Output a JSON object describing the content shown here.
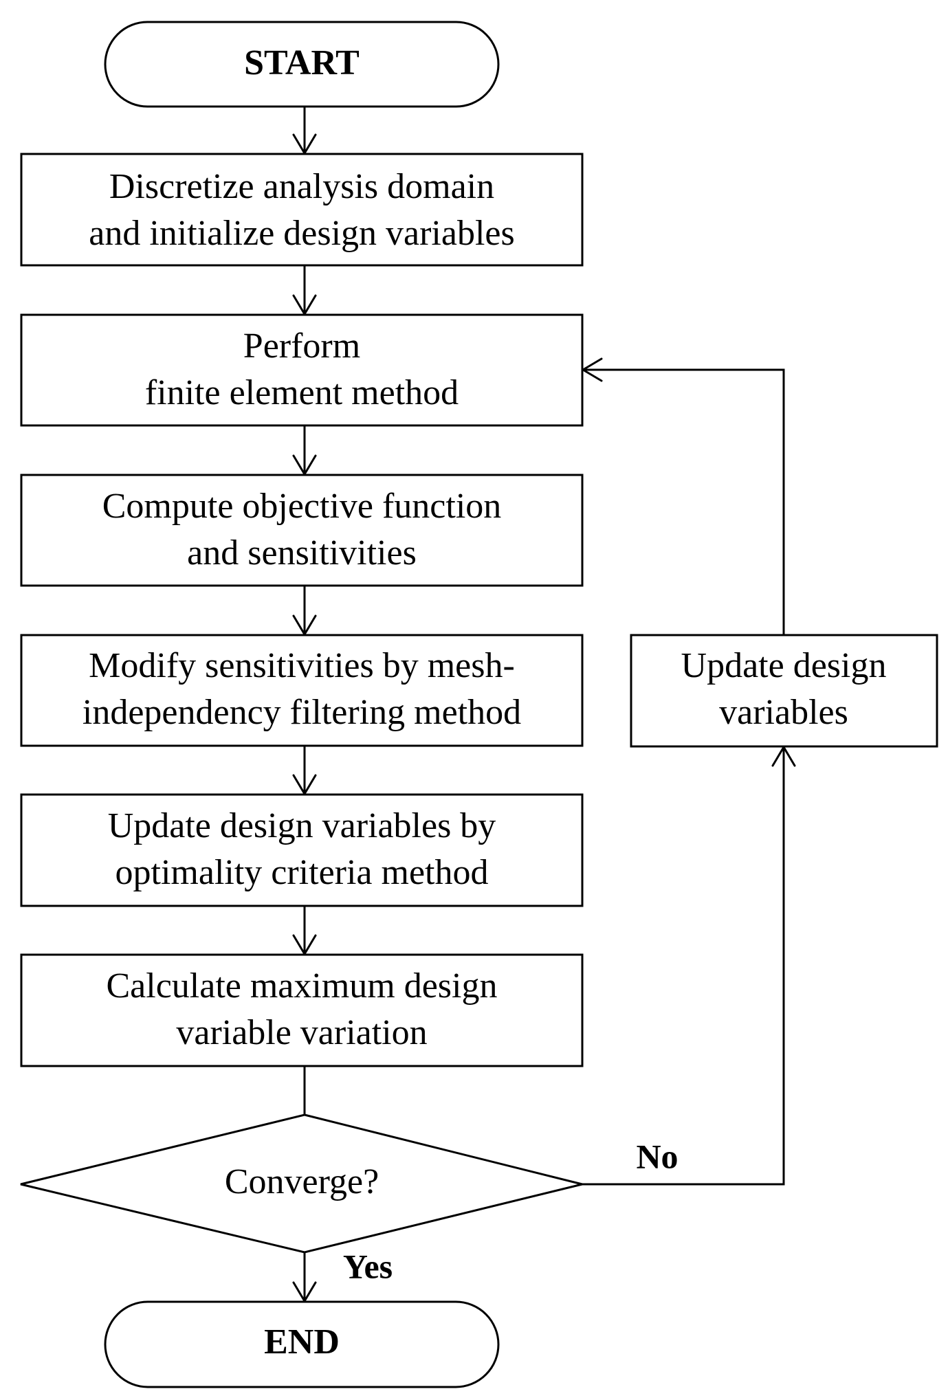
{
  "diagram": {
    "start": {
      "label": "START"
    },
    "steps": [
      {
        "lines": [
          "Discretize analysis domain",
          "and initialize design variables"
        ]
      },
      {
        "lines": [
          "Perform",
          "finite element method"
        ]
      },
      {
        "lines": [
          "Compute objective function",
          "and sensitivities"
        ]
      },
      {
        "lines": [
          "Modify sensitivities by mesh-",
          "independency filtering method"
        ]
      },
      {
        "lines": [
          "Update design variables by",
          "optimality criteria method"
        ]
      },
      {
        "lines": [
          "Calculate maximum design",
          "variable variation"
        ]
      }
    ],
    "decision": {
      "label": "Converge?"
    },
    "loop_step": {
      "lines": [
        "Update design",
        "variables"
      ]
    },
    "branch_no": "No",
    "branch_yes": "Yes",
    "end": {
      "label": "END"
    },
    "colors": {
      "stroke": "#000000",
      "fill": "#ffffff"
    }
  }
}
